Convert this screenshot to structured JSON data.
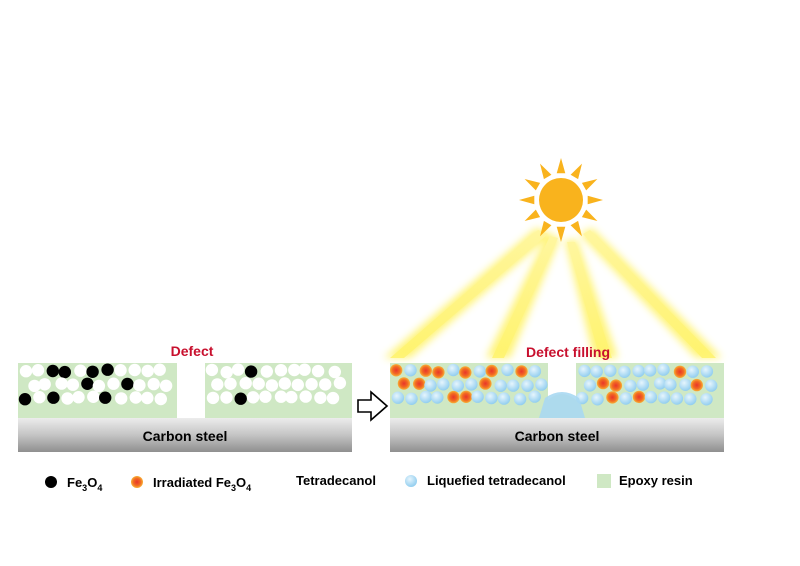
{
  "labels": {
    "defect": "Defect",
    "defect_filling": "Defect filling",
    "substrate_left": "Carbon steel",
    "substrate_right": "Carbon steel"
  },
  "legend": {
    "fe3o4": {
      "base": "Fe",
      "sub1": "3",
      "mid": "O",
      "sub2": "4"
    },
    "irradiated": {
      "prefix": "Irradiated Fe",
      "sub1": "3",
      "mid": "O",
      "sub2": "4"
    },
    "tetradecanol": "Tetradecanol",
    "liquefied": "Liquefied tetradecanol",
    "epoxy": "Epoxy resin"
  },
  "colors": {
    "epoxy": "#cfe8c4",
    "steel_top": "#e4e4e4",
    "steel_bottom": "#9a9a9a",
    "fe3o4": "#000000",
    "tetradecanol": "#ffffff",
    "liquefied": "#a9d8f2",
    "irradiated_outer": "#f5a623",
    "irradiated_inner": "#e8362a",
    "label_red": "#c8102e",
    "sun": "#f9b31d",
    "beam": "#fff36b"
  },
  "icons": {
    "arrow": "hollow-right-arrow-icon",
    "sun": "sun-icon"
  }
}
